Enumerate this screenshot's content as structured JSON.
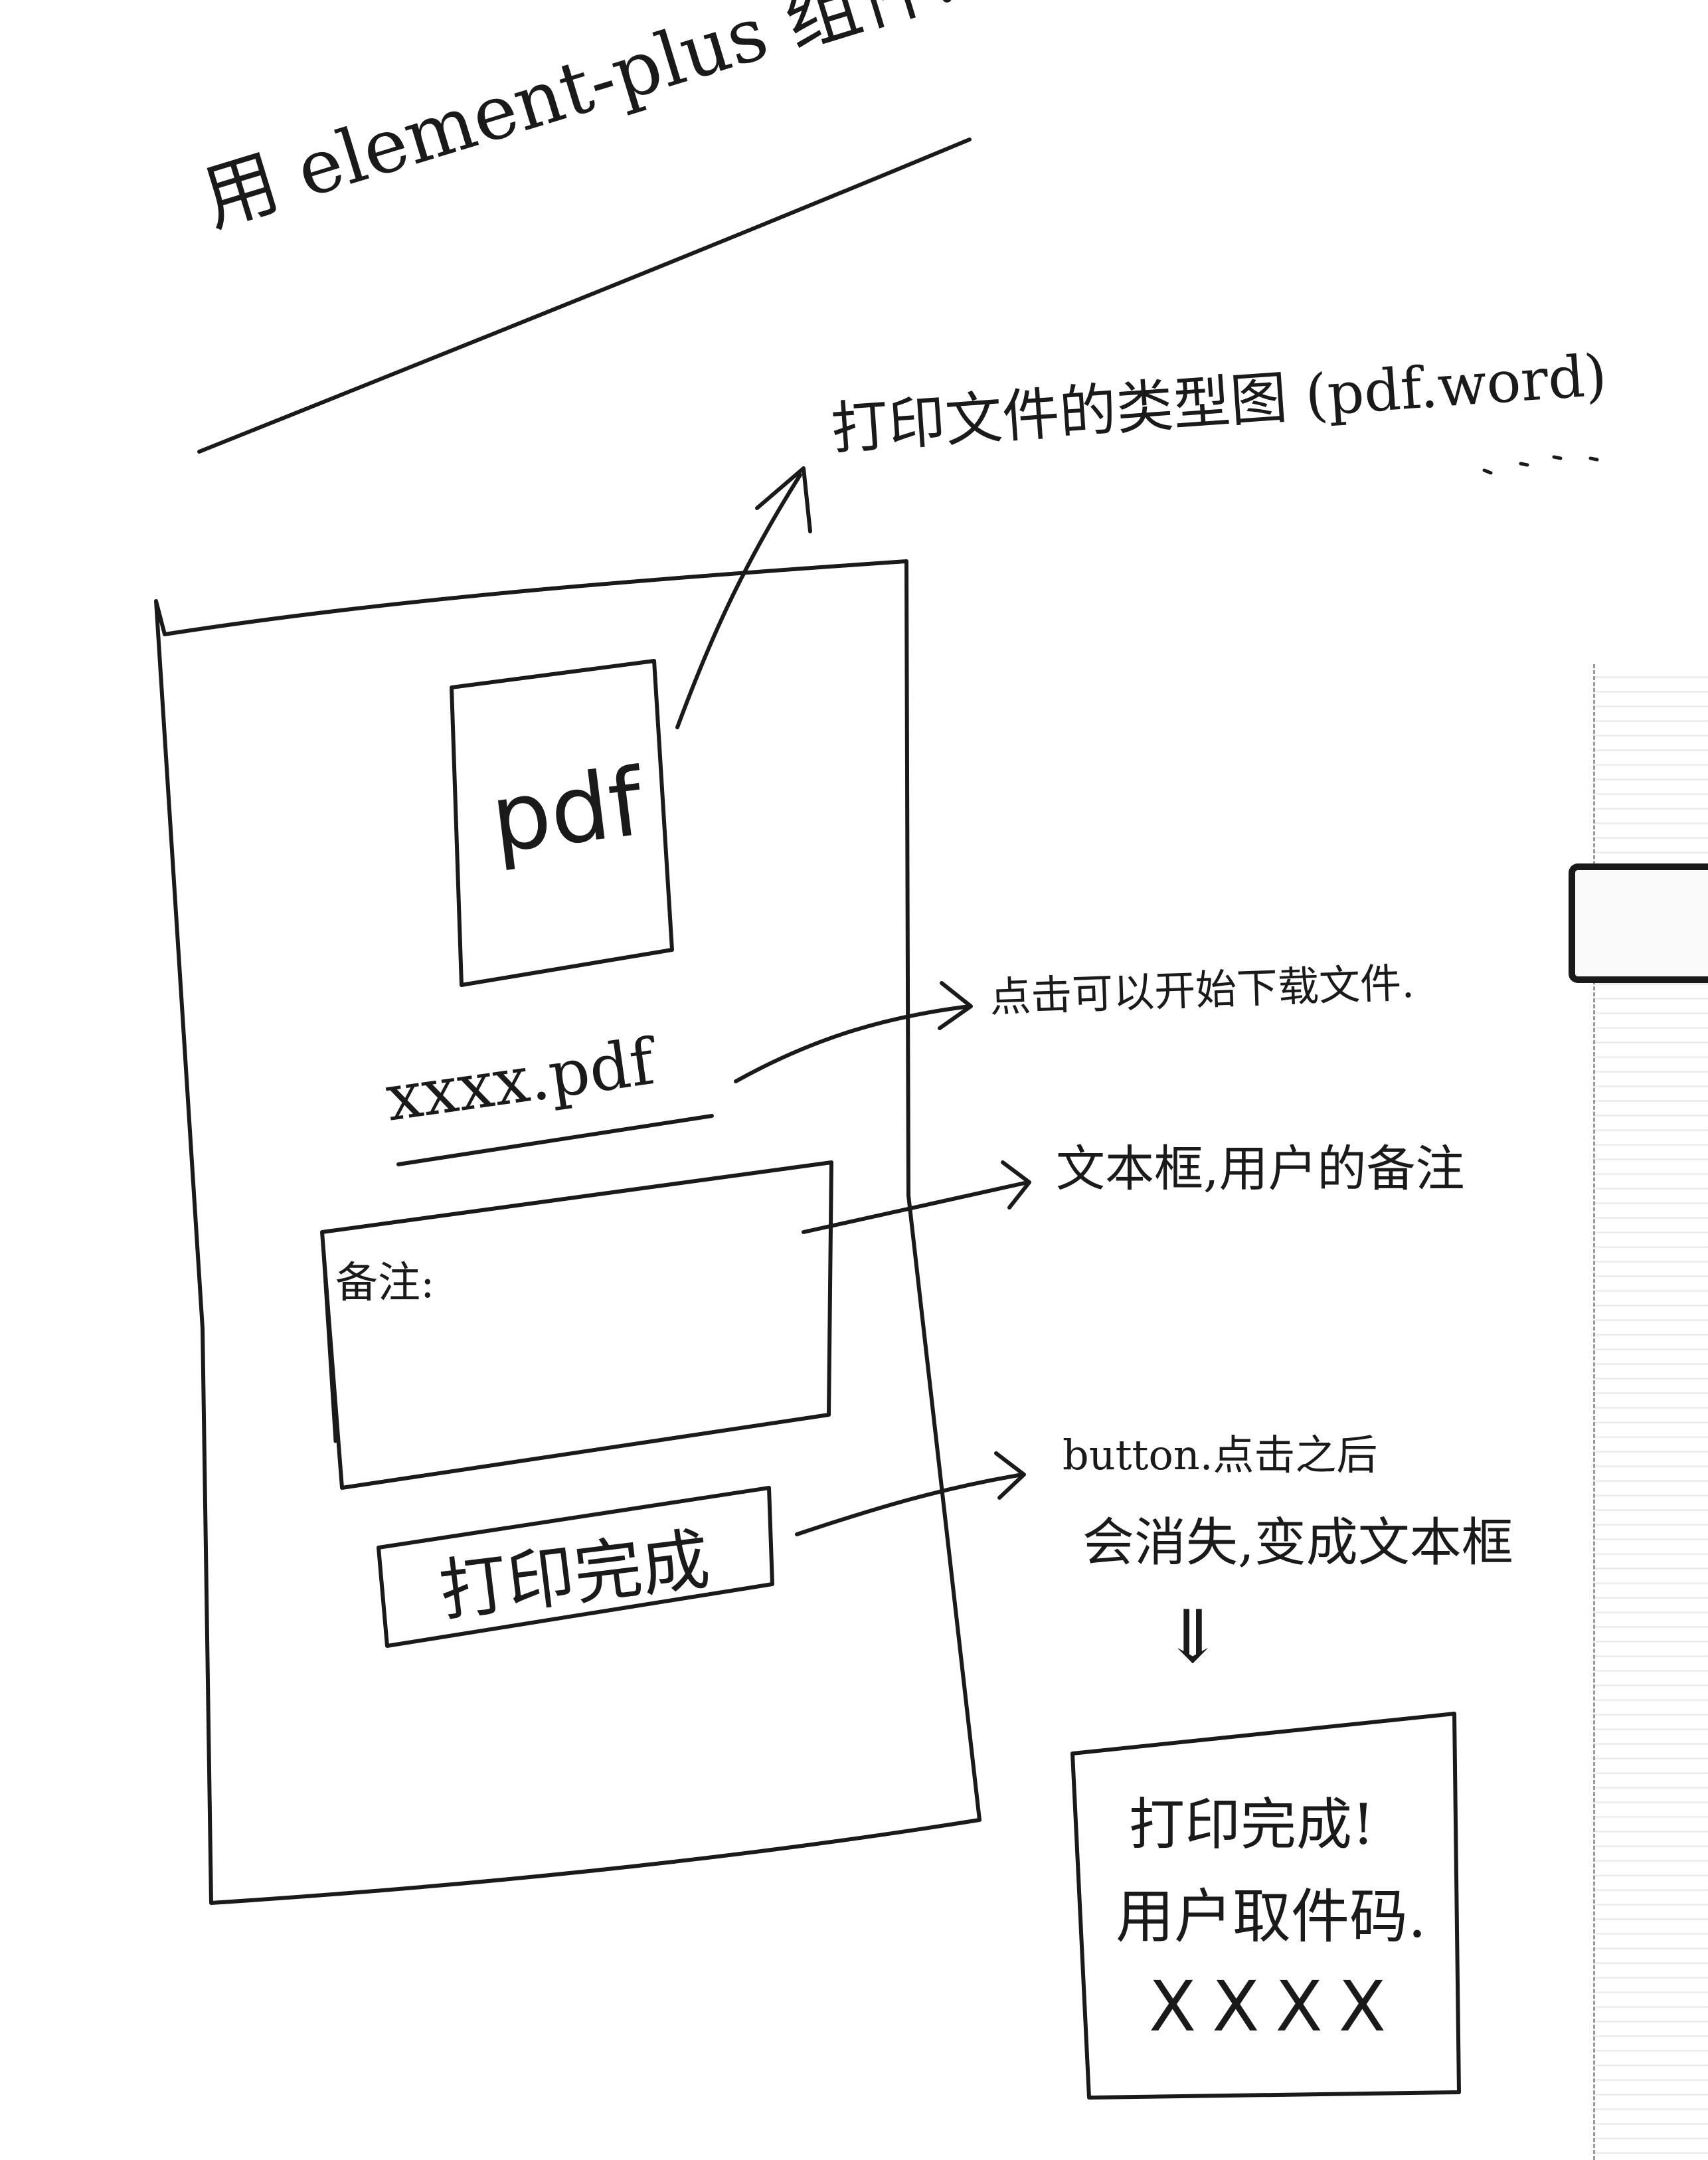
{
  "title": "用 element-plus 组件.",
  "annotations": {
    "file_type_icon": "打印文件的类型图 (pdf.word)",
    "download": "点击可以开始下载文件.",
    "remark_box": "文本框,用户的备注",
    "button_line1": "button.点击之后",
    "button_line2": "会消失,变成文本框",
    "down_arrow": "⇓"
  },
  "page_sketch": {
    "file_icon_label": "pdf",
    "file_name": "xxxx.pdf",
    "remark_label": "备注:",
    "print_button_label": "打印完成"
  },
  "result_box": {
    "line1": "打印完成!",
    "line2": "用户取件码.",
    "code": "XXXX"
  }
}
